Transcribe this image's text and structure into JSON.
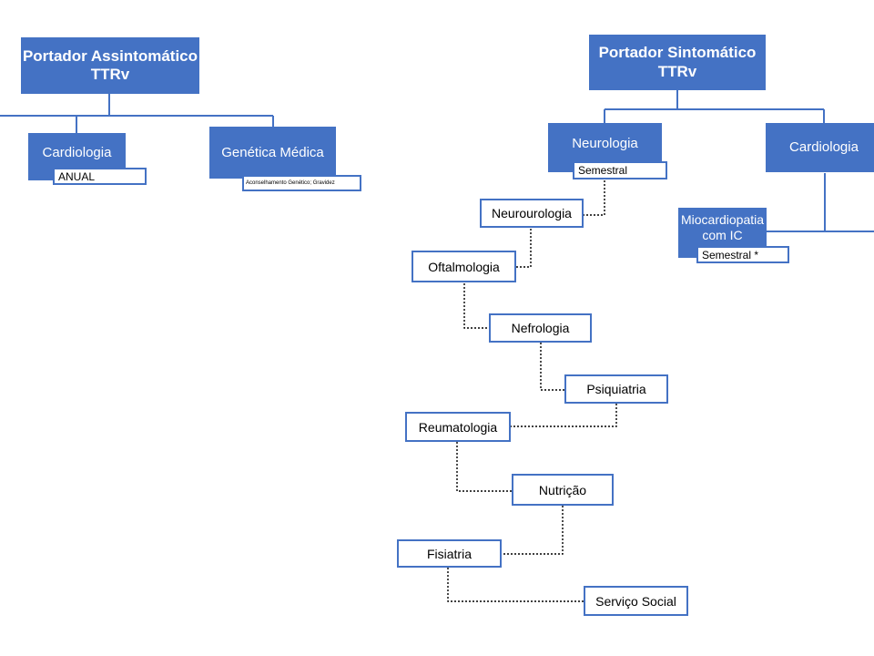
{
  "colors": {
    "accent": "#4472c4",
    "dotted": "#000000"
  },
  "asymptomatic": {
    "title": "Portador Assintomático TTRv",
    "cardiologia": {
      "label": "Cardiologia",
      "frequency": "ANUAL"
    },
    "genetica": {
      "label": "Genética Médica",
      "note": "Aconselhamento Genético; Gravidez"
    }
  },
  "symptomatic": {
    "title": "Portador Sintomático TTRv",
    "neurologia": {
      "label": "Neurologia",
      "frequency": "Semestral"
    },
    "cardiologia": {
      "label": "Cardiologia"
    },
    "miocardiopatia": {
      "label": "Miocardiopatia com IC",
      "frequency": "Semestral *"
    },
    "referrals": [
      "Neurourologia",
      "Oftalmologia",
      "Nefrologia",
      "Psiquiatria",
      "Reumatologia",
      "Nutrição",
      "Fisiatria",
      "Serviço Social"
    ]
  }
}
